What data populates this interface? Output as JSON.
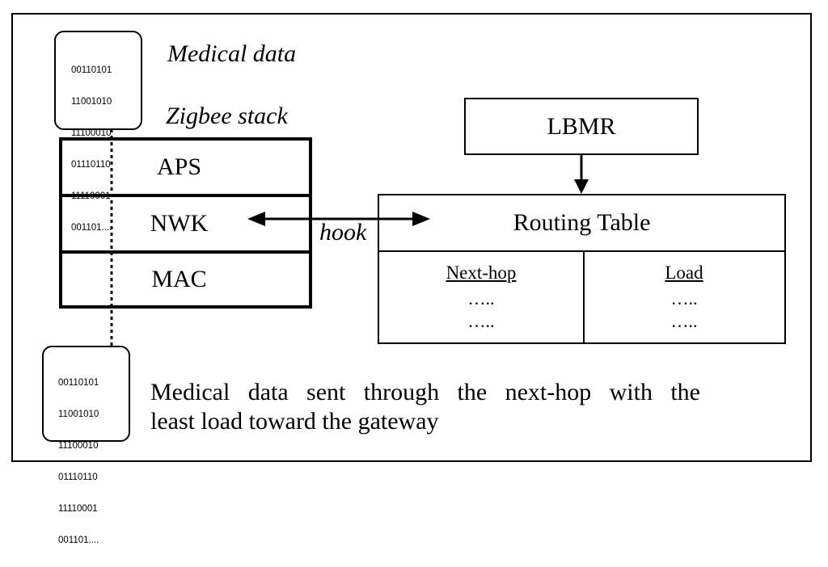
{
  "labels": {
    "medical_data": "Medical data",
    "zigbee_stack": "Zigbee stack",
    "hook": "hook"
  },
  "data_boxes": {
    "top_bits": [
      "00110101",
      "11001010",
      "11100010",
      "01110110",
      "11110001",
      "001101...."
    ],
    "bottom_bits": [
      "00110101",
      "11001010",
      "11100010",
      "01110110",
      "11110001",
      "001101...."
    ]
  },
  "stack": {
    "layers": [
      "APS",
      "NWK",
      "MAC"
    ]
  },
  "lbmr": {
    "label": "LBMR"
  },
  "routing_table": {
    "title": "Routing Table",
    "columns": [
      {
        "header": "Next-hop",
        "rows": [
          "…..",
          "….."
        ]
      },
      {
        "header": "Load",
        "rows": [
          "…..",
          "….."
        ]
      }
    ]
  },
  "caption": {
    "line1": "Medical data sent through the next-hop with the",
    "line2": "least load toward the gateway"
  }
}
